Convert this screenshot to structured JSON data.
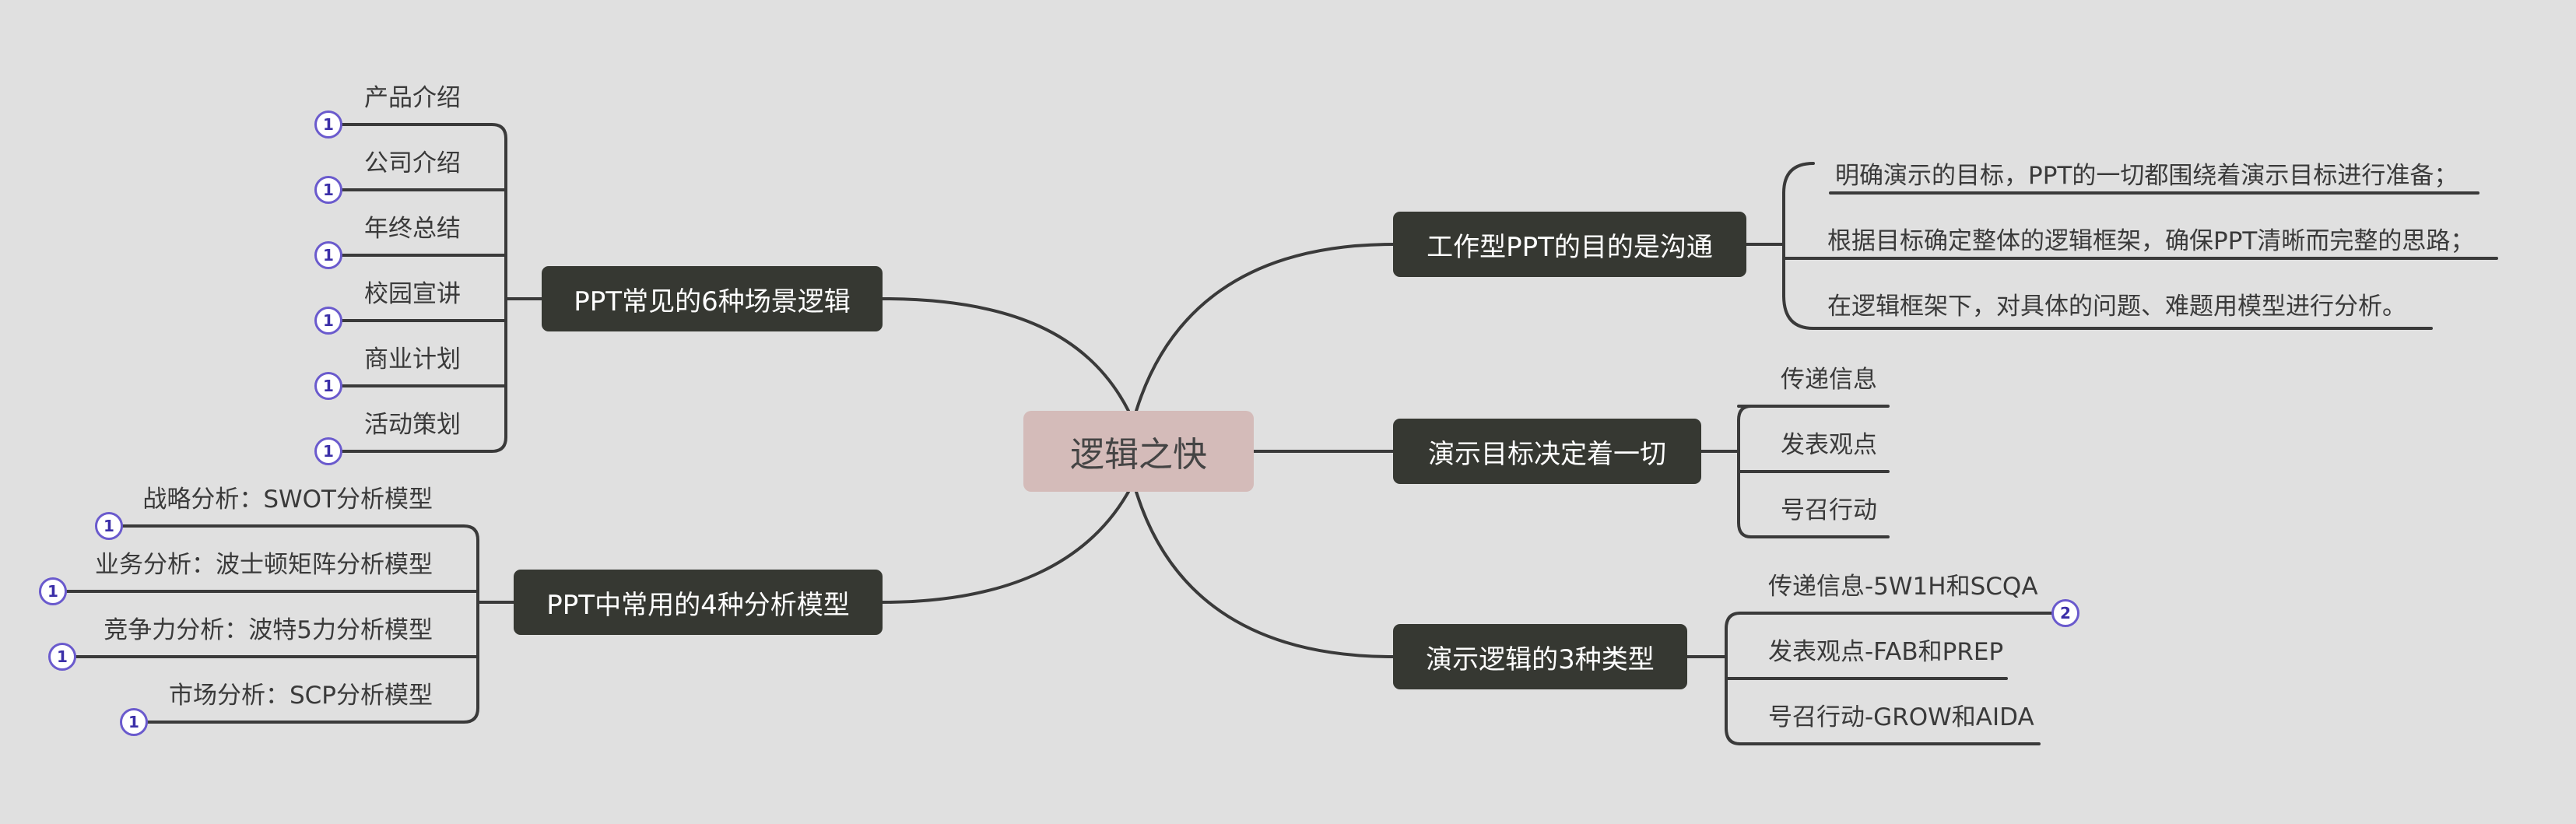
{
  "central_topic": "逻辑之快",
  "branches_right": [
    {
      "label": "工作型PPT的目的是沟通",
      "children": [
        {
          "label": "明确演示的目标，PPT的一切都围绕着演示目标进行准备；"
        },
        {
          "label": "根据目标确定整体的逻辑框架，确保PPT清晰而完整的思路；"
        },
        {
          "label": "在逻辑框架下，对具体的问题、难题用模型进行分析。"
        }
      ]
    },
    {
      "label": "演示目标决定着一切",
      "children": [
        {
          "label": "传递信息"
        },
        {
          "label": "发表观点"
        },
        {
          "label": "号召行动"
        }
      ]
    },
    {
      "label": "演示逻辑的3种类型",
      "children": [
        {
          "label": "传递信息-5W1H和SCQA",
          "badge": "2"
        },
        {
          "label": "发表观点-FAB和PREP"
        },
        {
          "label": "号召行动-GROW和AIDA"
        }
      ]
    }
  ],
  "branches_left": [
    {
      "label": "PPT常见的6种场景逻辑",
      "children": [
        {
          "label": "产品介绍",
          "badge": "1"
        },
        {
          "label": "公司介绍",
          "badge": "1"
        },
        {
          "label": "年终总结",
          "badge": "1"
        },
        {
          "label": "校园宣讲",
          "badge": "1"
        },
        {
          "label": "商业计划",
          "badge": "1"
        },
        {
          "label": "活动策划",
          "badge": "1"
        }
      ]
    },
    {
      "label": "PPT中常用的4种分析模型",
      "children": [
        {
          "label": "战略分析：SWOT分析模型",
          "badge": "1"
        },
        {
          "label": "业务分析：波士顿矩阵分析模型",
          "badge": "1"
        },
        {
          "label": "竞争力分析：波特5力分析模型",
          "badge": "1"
        },
        {
          "label": "市场分析：SCP分析模型",
          "badge": "1"
        }
      ]
    }
  ],
  "colors": {
    "background": "#e0e0e0",
    "central_fill": "#d4bbb9",
    "branch_fill": "#363832",
    "line": "#3a3a3a",
    "badge_border": "#6a5acd"
  }
}
